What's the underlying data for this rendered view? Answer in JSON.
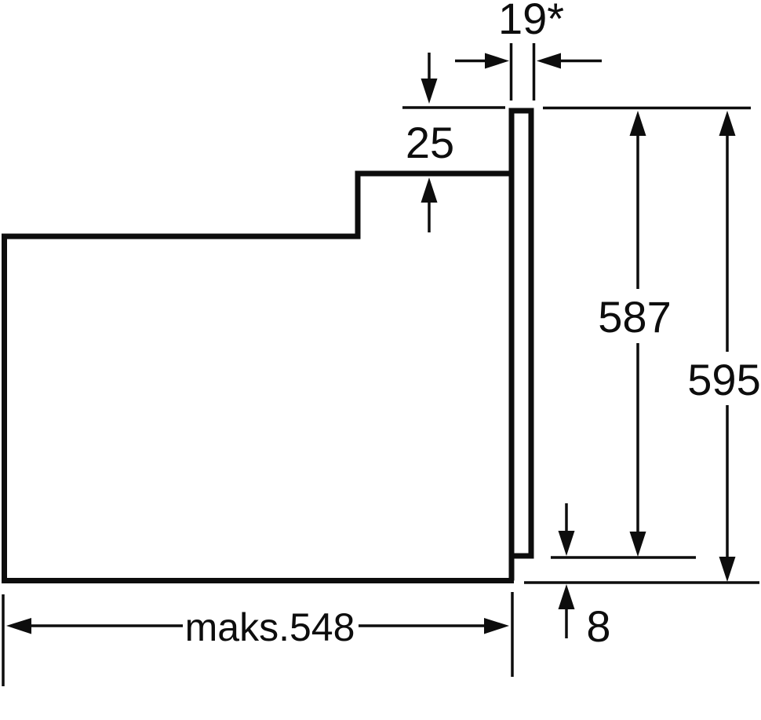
{
  "diagram": {
    "colors": {
      "line": "#0d0d0d",
      "background": "#ffffff"
    },
    "labels": {
      "panel_thickness": "19*",
      "top_step": "25",
      "inner_height": "587",
      "overall_height": "595",
      "bottom_gap": "8",
      "max_depth": "maks.548"
    }
  }
}
